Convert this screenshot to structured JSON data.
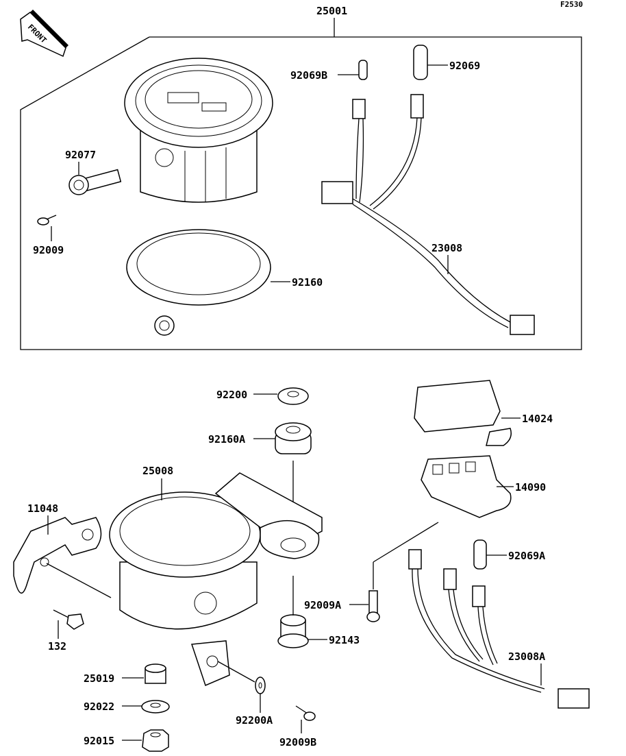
{
  "figure_code": "F2530",
  "front_label": "FRONT",
  "assembly": {
    "label": "25001"
  },
  "parts": {
    "p92069B": "92069B",
    "p92069": "92069",
    "p92077": "92077",
    "p92009": "92009",
    "p92160": "92160",
    "p23008": "23008",
    "p92200": "92200",
    "p92160A": "92160A",
    "p25008": "25008",
    "p11048": "11048",
    "p132": "132",
    "p14024": "14024",
    "p14090": "14090",
    "p92069A": "92069A",
    "p92009A": "92009A",
    "p92143": "92143",
    "p23008A": "23008A",
    "p25019": "25019",
    "p92022": "92022",
    "p92015": "92015",
    "p92200A": "92200A",
    "p92009B": "92009B"
  }
}
